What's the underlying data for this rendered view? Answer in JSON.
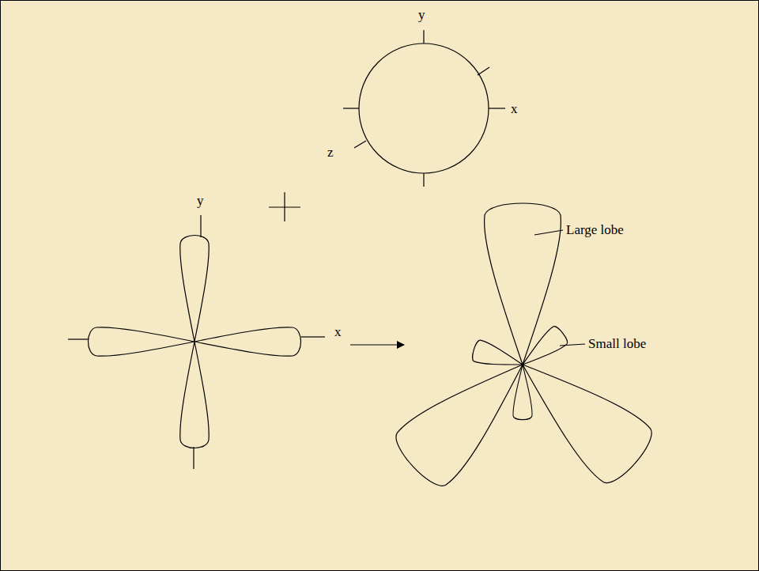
{
  "diagram": {
    "labels": [
      "y",
      "x",
      "z",
      "y",
      "x",
      "Large lobe",
      "Small lobe"
    ]
  }
}
